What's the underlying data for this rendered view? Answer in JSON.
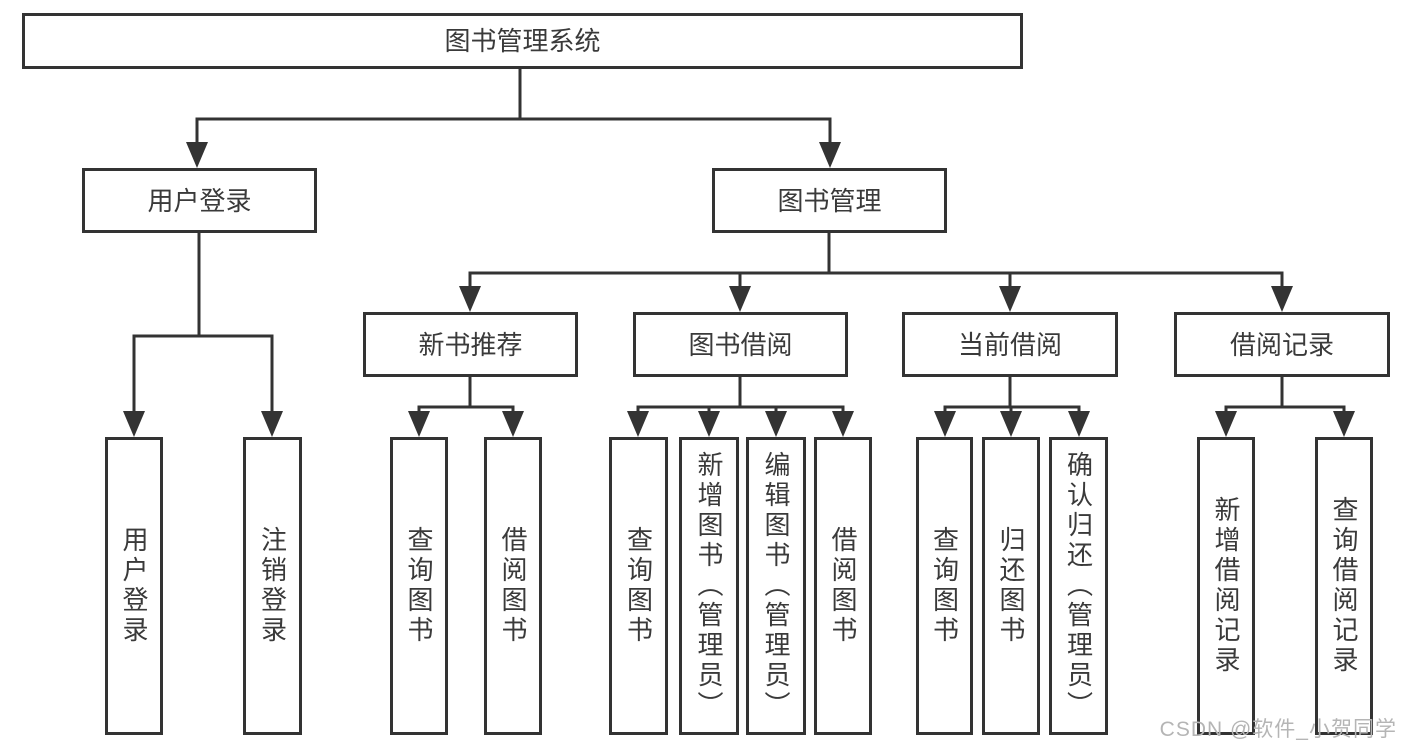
{
  "diagram_type": "hierarchy-tree",
  "colors": {
    "line": "#333333",
    "box_border": "#333333",
    "text": "#3a3a3a",
    "background": "#ffffff",
    "watermark_text_color": "#b5b5b5"
  },
  "watermark": "CSDN @软件_小贺同学",
  "tree": {
    "label": "图书管理系统",
    "children": [
      {
        "label": "用户登录",
        "children": [
          {
            "label": "用户登录"
          },
          {
            "label": "注销登录"
          }
        ]
      },
      {
        "label": "图书管理",
        "children": [
          {
            "label": "新书推荐",
            "children": [
              {
                "label": "查询图书"
              },
              {
                "label": "借阅图书"
              }
            ]
          },
          {
            "label": "图书借阅",
            "children": [
              {
                "label": "查询图书"
              },
              {
                "label": "新增图书（管理员）"
              },
              {
                "label": "编辑图书（管理员）"
              },
              {
                "label": "借阅图书"
              }
            ]
          },
          {
            "label": "当前借阅",
            "children": [
              {
                "label": "查询图书"
              },
              {
                "label": "归还图书"
              },
              {
                "label": "确认归还（管理员）"
              }
            ]
          },
          {
            "label": "借阅记录",
            "children": [
              {
                "label": "新增借阅记录"
              },
              {
                "label": "查询借阅记录"
              }
            ]
          }
        ]
      }
    ]
  }
}
